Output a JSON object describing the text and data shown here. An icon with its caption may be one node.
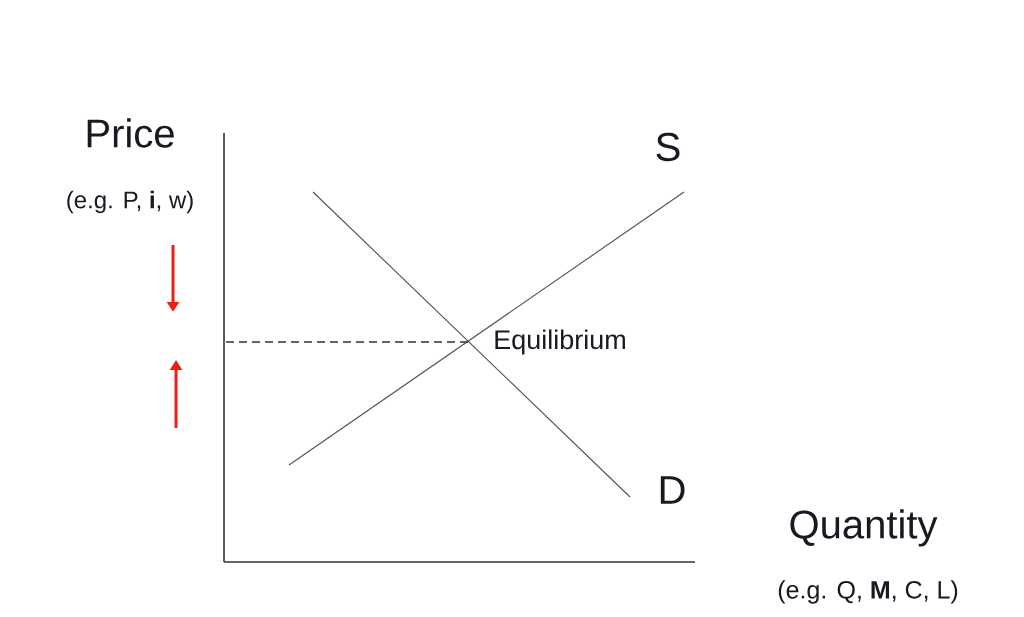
{
  "diagram": {
    "labels": [
      "Price",
      "(e.g. P, **i**, w)",
      "S",
      "Equilibrium",
      "D",
      "Quantity",
      "(e.g. Q, **M**, C, L)"
    ]
  }
}
